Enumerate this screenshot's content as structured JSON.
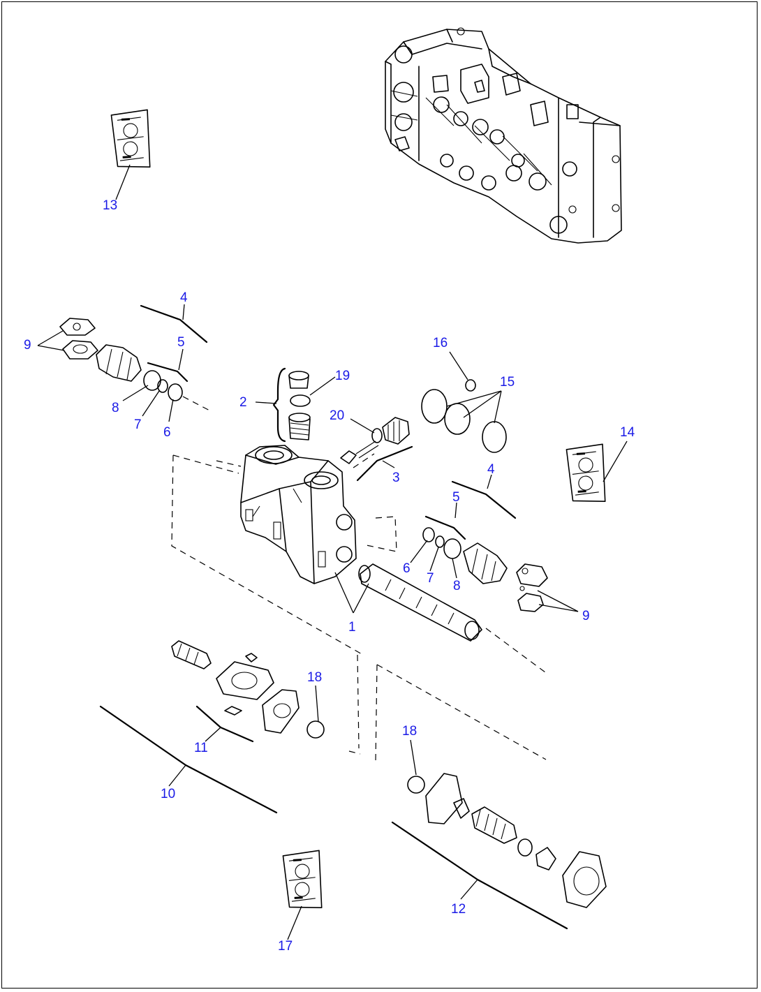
{
  "callouts": [
    {
      "id": "c13",
      "text": "13"
    },
    {
      "id": "c4a",
      "text": "4"
    },
    {
      "id": "c5a",
      "text": "5"
    },
    {
      "id": "c9a",
      "text": "9"
    },
    {
      "id": "c8a",
      "text": "8"
    },
    {
      "id": "c7a",
      "text": "7"
    },
    {
      "id": "c6a",
      "text": "6"
    },
    {
      "id": "c2",
      "text": "2"
    },
    {
      "id": "c19",
      "text": "19"
    },
    {
      "id": "c20",
      "text": "20"
    },
    {
      "id": "c3",
      "text": "3"
    },
    {
      "id": "c16",
      "text": "16"
    },
    {
      "id": "c15",
      "text": "15"
    },
    {
      "id": "c14",
      "text": "14"
    },
    {
      "id": "c4b",
      "text": "4"
    },
    {
      "id": "c5b",
      "text": "5"
    },
    {
      "id": "c6b",
      "text": "6"
    },
    {
      "id": "c7b",
      "text": "7"
    },
    {
      "id": "c8b",
      "text": "8"
    },
    {
      "id": "c9b",
      "text": "9"
    },
    {
      "id": "c1",
      "text": "1"
    },
    {
      "id": "c18a",
      "text": "18"
    },
    {
      "id": "c11",
      "text": "11"
    },
    {
      "id": "c10",
      "text": "10"
    },
    {
      "id": "c18b",
      "text": "18"
    },
    {
      "id": "c12",
      "text": "12"
    },
    {
      "id": "c17",
      "text": "17"
    }
  ],
  "colors": {
    "callout": "#1a1ae6",
    "line": "#000000",
    "background": "#ffffff"
  }
}
